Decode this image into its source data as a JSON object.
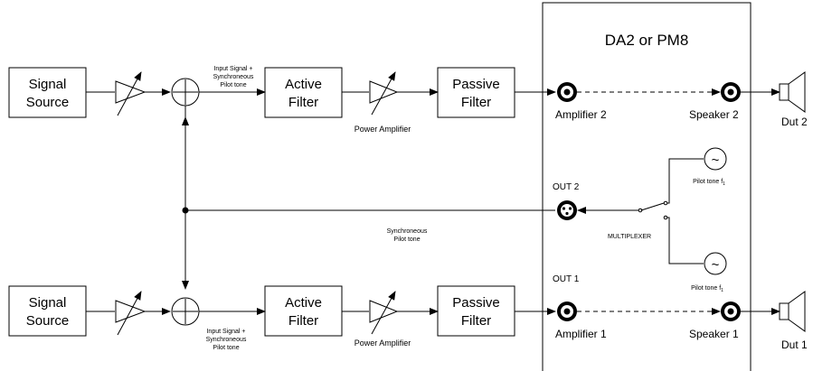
{
  "device_box": {
    "title": "DA2 or PM8"
  },
  "chains": {
    "top": {
      "source": [
        "Signal",
        "Source"
      ],
      "sum_label": [
        "Input Signal +",
        "Synchroneous",
        "Pilot tone"
      ],
      "active_filter": [
        "Active",
        "Filter"
      ],
      "power_amp": "Power Amplifier",
      "passive_filter": [
        "Passive",
        "Filter"
      ],
      "amp_connector": "Amplifier 2",
      "speaker_connector": "Speaker 2",
      "dut": "Dut 2"
    },
    "bottom": {
      "source": [
        "Signal",
        "Source"
      ],
      "sum_label": [
        "Input Signal +",
        "Synchroneous",
        "Pilot tone"
      ],
      "active_filter": [
        "Active",
        "Filter"
      ],
      "power_amp": "Power Amplifier",
      "passive_filter": [
        "Passive",
        "Filter"
      ],
      "amp_connector": "Amplifier 1",
      "speaker_connector": "Speaker 1",
      "dut": "Dut 1",
      "out_label": "OUT 1"
    }
  },
  "pilot": {
    "out2_label": "OUT 2",
    "sync_label": [
      "Synchroneous",
      "Pilot tone"
    ],
    "multiplexer": "MULTIPLEXER",
    "tone_top": "Pilot tone f",
    "tone_bottom": "Pilot tone f",
    "tone_subscript": "1",
    "tone_symbol": "~"
  }
}
